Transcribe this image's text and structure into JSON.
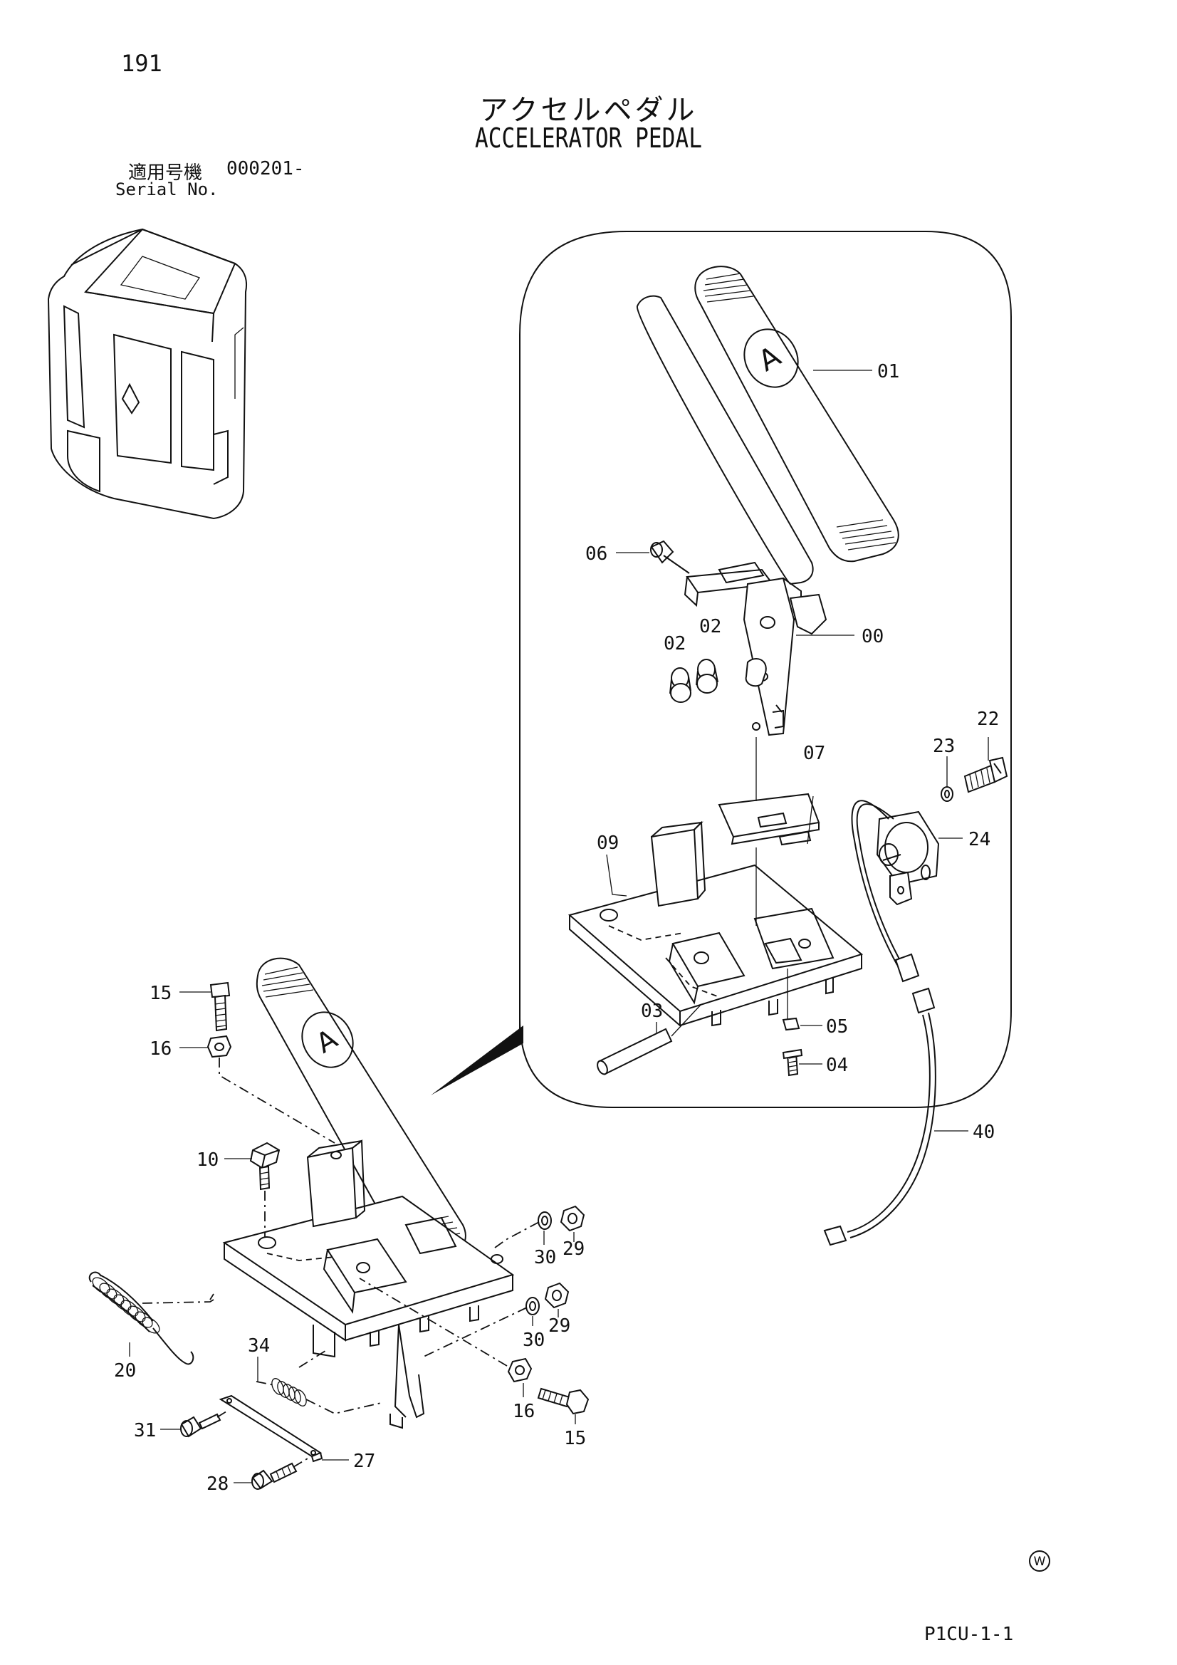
{
  "header": {
    "page_number": "191",
    "title_jp": "アクセルペダル",
    "title_en": "ACCELERATOR PEDAL",
    "serial_label_jp": "適用号機",
    "serial_value": "000201-",
    "serial_label_en": "Serial No."
  },
  "footer": {
    "drawing_code": "P1CU-1-1",
    "mark": "W"
  },
  "callouts": {
    "c01": "01",
    "c00": "00",
    "c02a": "02",
    "c02b": "02",
    "c06": "06",
    "c07": "07",
    "c09": "09",
    "c22": "22",
    "c23": "23",
    "c24": "24",
    "c03": "03",
    "c05": "05",
    "c04": "04",
    "c40": "40",
    "c15a": "15",
    "c16a": "16",
    "c10": "10",
    "c20": "20",
    "c34": "34",
    "c31": "31",
    "c28": "28",
    "c27": "27",
    "c16b": "16",
    "c15b": "15",
    "c30a": "30",
    "c29a": "29",
    "c30b": "30",
    "c29b": "29",
    "pedal_letter_top": "A",
    "pedal_letter_main": "A"
  }
}
